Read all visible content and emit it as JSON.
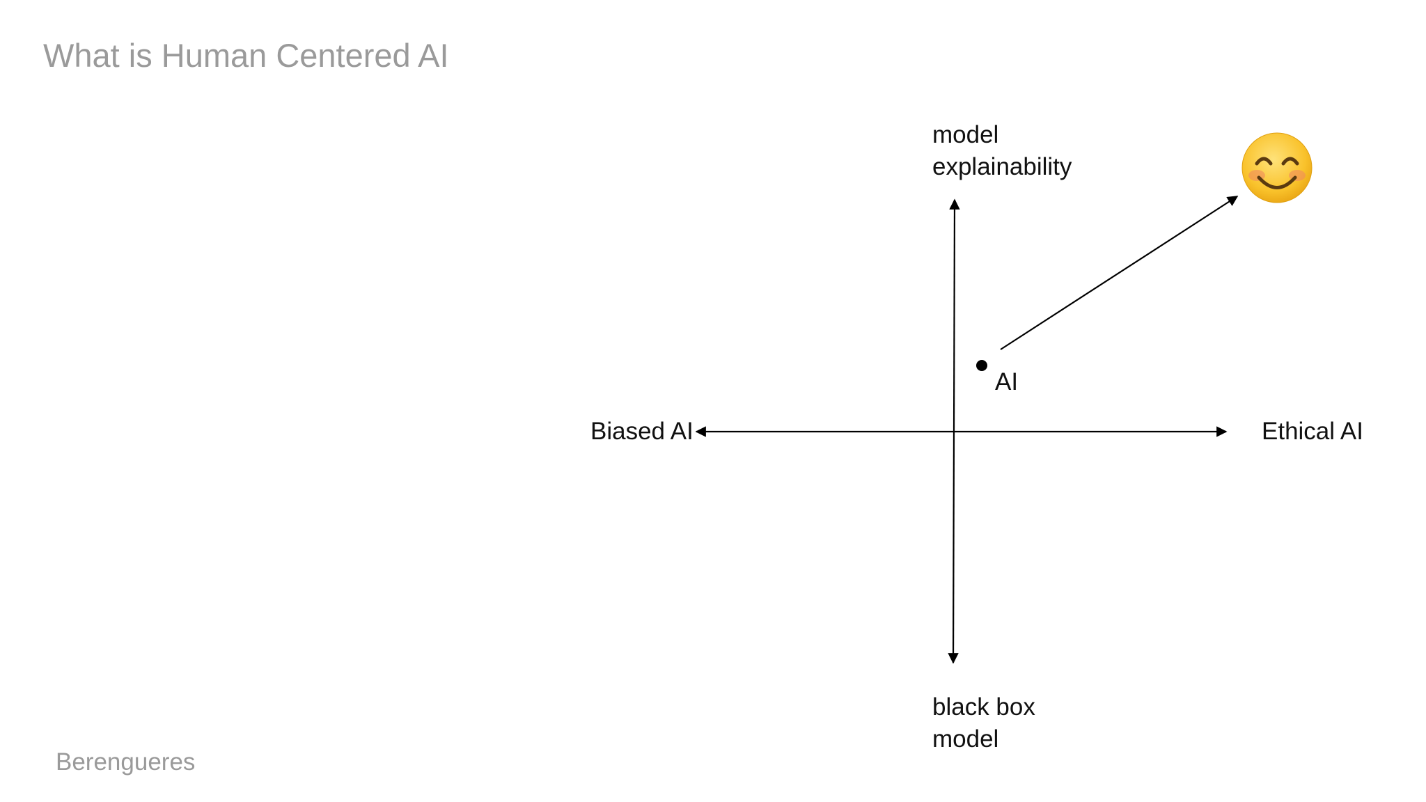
{
  "title": "What is Human Centered AI",
  "footer": "Berengueres",
  "axes": {
    "top": [
      "model",
      "explainability"
    ],
    "bottom": [
      "black box",
      "model"
    ],
    "left": "Biased AI",
    "right": "Ethical AI"
  },
  "point_label": "AI",
  "target_icon": "smiling-face-icon",
  "colors": {
    "title": "#9a9a9a",
    "text": "#111111",
    "line": "#000000",
    "emoji_face": "#f9c22b",
    "emoji_blush": "#f08a5d"
  }
}
